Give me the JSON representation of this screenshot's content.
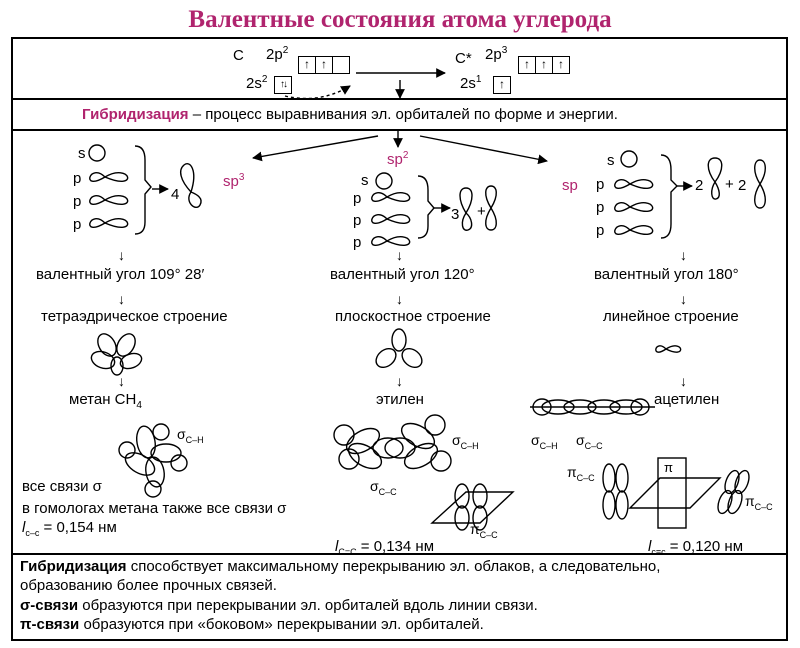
{
  "title": "Валентные состояния атома углерода",
  "top": {
    "c_label": "C",
    "c_p_label": "2p",
    "c_p_sup": "2",
    "c_s_label": "2s",
    "c_s_sup": "2",
    "cstar_label": "C*",
    "cstar_p_label": "2p",
    "cstar_p_sup": "3",
    "cstar_s_label": "2s",
    "cstar_s_sup": "1",
    "up_arrow": "↑",
    "paired_arrows": "↑↓"
  },
  "definition": {
    "term": "Гибридизация",
    "text": " – процесс выравнивания эл. орбиталей по форме и энергии."
  },
  "columns": {
    "sp3": {
      "label": "sp",
      "label_sup": "3",
      "orbital_s": "s",
      "orbital_p": "p",
      "coefficient": "4",
      "angle": "валентный угол 109° 28′",
      "structure": "тетраэдрическое строение",
      "molecule": "метан CH",
      "molecule_sub": "4",
      "sigma_label": "σ",
      "sigma_sub": "C–H",
      "note1": "все связи σ",
      "note2": "в гомологах метана также все связи σ",
      "length_l": "l",
      "length_sub": "c–c",
      "length_value": " = 0,154 нм"
    },
    "sp2": {
      "label": "sp",
      "label_sup": "2",
      "orbital_s": "s",
      "orbital_p": "p",
      "coefficient": "3",
      "plus": "+",
      "angle": "валентный угол 120°",
      "structure": "плоскостное строение",
      "molecule": "этилен",
      "sigma_ch": "σ",
      "sigma_ch_sub": "C–H",
      "sigma_cc": "σ",
      "sigma_cc_sub": "C–C",
      "pi_label": "π",
      "pi_sub": "C–C",
      "length_l": "l",
      "length_sub": "C=C",
      "length_value": " = 0,134 нм"
    },
    "sp": {
      "label": "sp",
      "orbital_s": "s",
      "orbital_p": "p",
      "coefficient1": "2",
      "plus": "+",
      "coefficient2": "2",
      "angle": "валентный угол 180°",
      "structure": "линейное строение",
      "molecule": "ацетилен",
      "sigma_ch": "σ",
      "sigma_ch_sub": "C–H",
      "sigma_cc": "σ",
      "sigma_cc_sub": "C–C",
      "pi_left": "π",
      "pi_left_sub": "C–C",
      "pi_right": "π",
      "pi_right_sub": "C–C",
      "pi_center": "π",
      "length_l": "l",
      "length_sub": "c≡c",
      "length_value": " = 0,120 нм"
    }
  },
  "arrow_down": "↓",
  "bottom": {
    "line1_term": "Гибридизация",
    "line1_text": " способствует максимальному перекрыванию эл. облаков, а следовательно,",
    "line2_text": "образованию более прочных связей.",
    "line3_term": "σ-связи",
    "line3_text": " образуются при перекрывании эл. орбиталей вдоль линии связи.",
    "line4_term": "π-связи",
    "line4_text": " образуются при «боковом» перекрывании эл. орбиталей."
  }
}
